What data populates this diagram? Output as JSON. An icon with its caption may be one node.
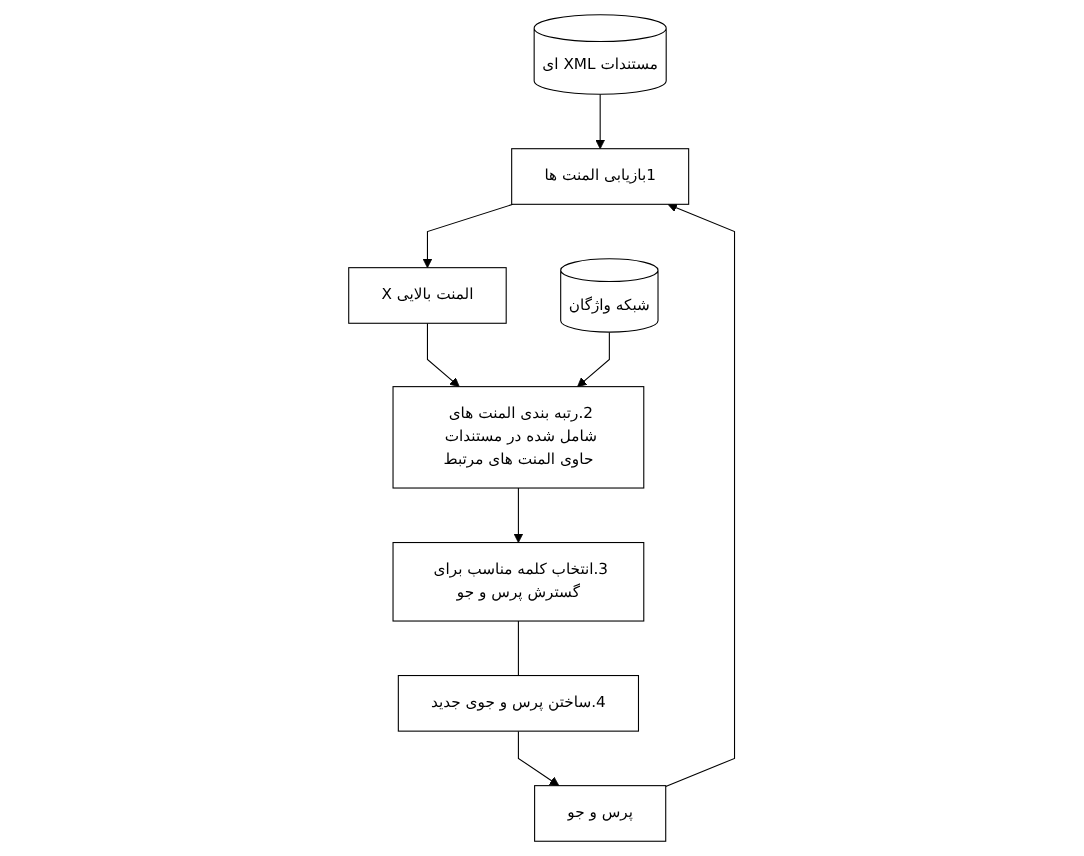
{
  "diagram": {
    "nodes": [
      {
        "text": [
          "مستندات XML ای"
        ]
      },
      {
        "text": [
          "پرس و جو"
        ]
      },
      {
        "text": [
          "1بازیابی المنت ها"
        ]
      },
      {
        "text": [
          "X المنت بالایی"
        ]
      },
      {
        "text": [
          "2.رتبه بندی المنت های شامل شده در مستندات حاوی المنت های مرتبط"
        ]
      },
      {
        "text": [
          "شبکه واژگان"
        ]
      },
      {
        "text": [
          "3.انتخاب کلمه مناسب برای گسترش پرس و جو"
        ]
      },
      {
        "text": [
          "4.ساختن پرس و جوی جدید"
        ]
      }
    ],
    "edges": [
      {
        "from": 0,
        "to": 2,
        "arrow": "to"
      },
      {
        "from": 1,
        "to": 2,
        "arrow": "to"
      },
      {
        "from": 2,
        "to": 3,
        "arrow": "to"
      },
      {
        "from": 3,
        "to": 4,
        "arrow": "to"
      },
      {
        "from": 5,
        "to": 4,
        "arrow": "to"
      },
      {
        "from": 4,
        "to": 6,
        "arrow": "to"
      },
      {
        "from": 6,
        "to": 7,
        "arrow": "none"
      },
      {
        "from": 7,
        "to": 1,
        "arrow": "to"
      }
    ]
  }
}
